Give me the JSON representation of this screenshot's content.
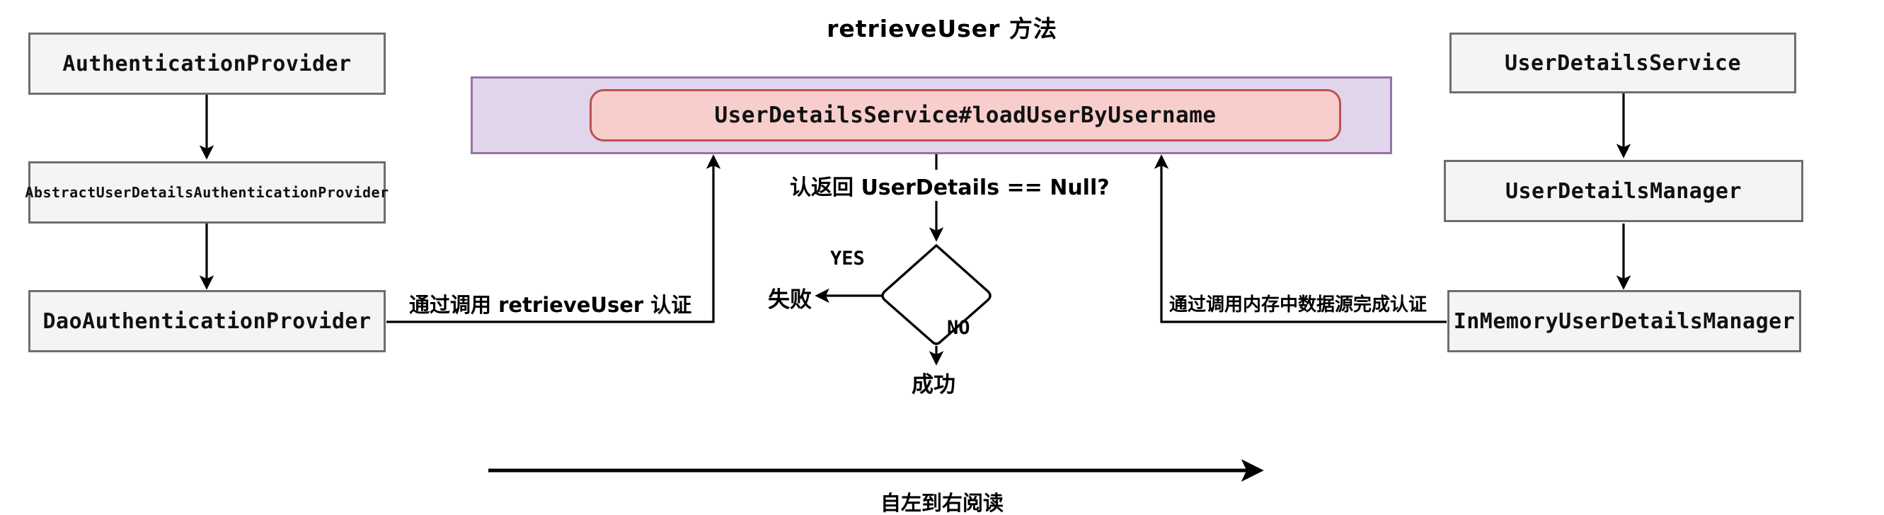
{
  "diagram": {
    "title": "retrieveUser 方法",
    "footer_caption": "自左到右阅读",
    "colors": {
      "node_fill": "#f4f4f4",
      "node_stroke": "#6e6e6e",
      "group_fill": "#e1d5ec",
      "group_stroke": "#9673a6",
      "method_fill": "#f8cecc",
      "method_stroke": "#b85450",
      "edge": "#000000"
    },
    "left_column": {
      "nodes": [
        {
          "id": "authentication-provider",
          "label": "AuthenticationProvider"
        },
        {
          "id": "abstract-user-details-authentication-provider",
          "label": "AbstractUserDetailsAuthenticationProvider"
        },
        {
          "id": "dao-authentication-provider",
          "label": "DaoAuthenticationProvider"
        }
      ],
      "edge_label": "通过调用 retrieveUser 认证"
    },
    "center": {
      "group_label": "",
      "method_label": "UserDetailsService#loadUserByUsername",
      "condition_label": "认返回 UserDetails == Null?",
      "decision": {
        "yes_label": "YES",
        "no_label": "NO",
        "yes_outcome": "失败",
        "no_outcome": "成功"
      }
    },
    "right_column": {
      "nodes": [
        {
          "id": "user-details-service",
          "label": "UserDetailsService"
        },
        {
          "id": "user-details-manager",
          "label": "UserDetailsManager"
        },
        {
          "id": "in-memory-user-details-manager",
          "label": "InMemoryUserDetailsManager"
        }
      ],
      "edge_label": "通过调用内存中数据源完成认证"
    }
  }
}
